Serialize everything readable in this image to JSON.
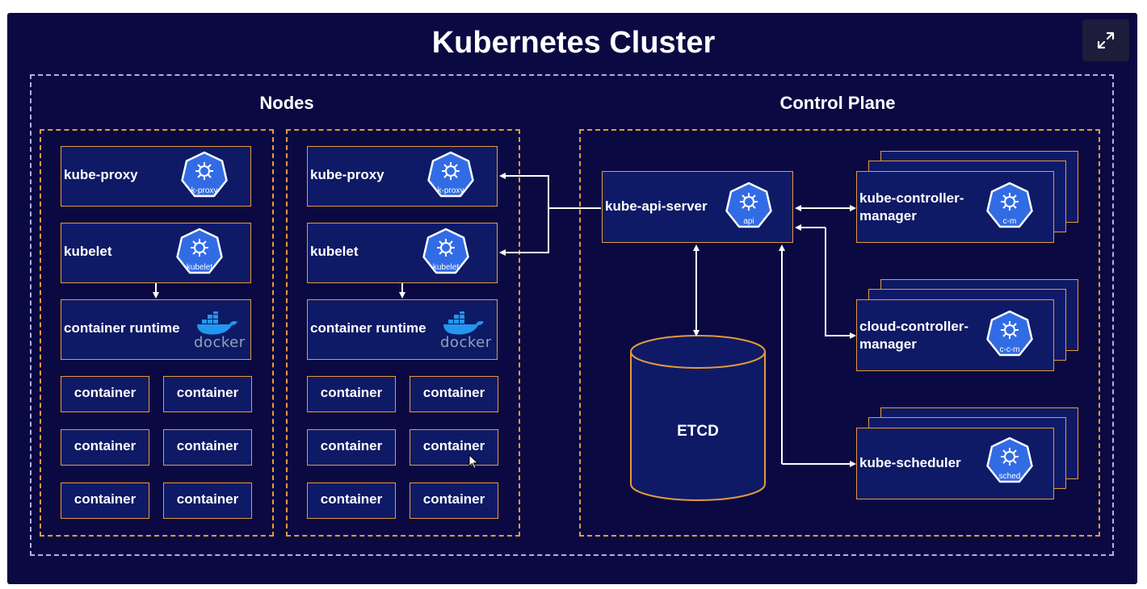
{
  "title": "Kubernetes Cluster",
  "expand_icon": "expand-icon",
  "sections": {
    "nodes": "Nodes",
    "control_plane": "Control Plane"
  },
  "nodes": [
    {
      "kube_proxy": {
        "label": "kube-proxy",
        "icon_tag": "k-proxy"
      },
      "kubelet": {
        "label": "kubelet",
        "icon_tag": "kubelet"
      },
      "runtime": {
        "label": "container runtime",
        "icon_text": "docker"
      },
      "containers": [
        "container",
        "container",
        "container",
        "container",
        "container",
        "container"
      ]
    },
    {
      "kube_proxy": {
        "label": "kube-proxy",
        "icon_tag": "k-proxy"
      },
      "kubelet": {
        "label": "kubelet",
        "icon_tag": "kubelet"
      },
      "runtime": {
        "label": "container runtime",
        "icon_text": "docker"
      },
      "containers": [
        "container",
        "container",
        "container",
        "container",
        "container",
        "container"
      ]
    }
  ],
  "control_plane": {
    "api_server": {
      "label": "kube-api-server",
      "icon_tag": "api"
    },
    "etcd": "ETCD",
    "controller_manager": {
      "label_line1": "kube-controller-",
      "label_line2": "manager",
      "icon_tag": "c-m"
    },
    "cloud_controller_manager": {
      "label_line1": "cloud-controller-",
      "label_line2": "manager",
      "icon_tag": "c-c-m"
    },
    "scheduler": {
      "label": "kube-scheduler",
      "icon_tag": "sched"
    }
  },
  "colors": {
    "background": "#0b0942",
    "box_fill": "#0e1a66",
    "orange": "#e49a3a",
    "cluster_dash": "#aab2e8",
    "k8s_blue": "#326ce5"
  }
}
